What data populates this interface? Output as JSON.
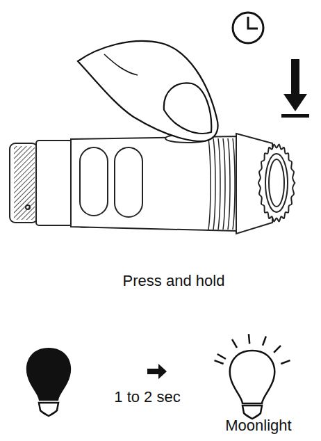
{
  "diagram": {
    "labels": [
      "Press and hold",
      "1 to 2 sec",
      "Moonlight"
    ]
  }
}
